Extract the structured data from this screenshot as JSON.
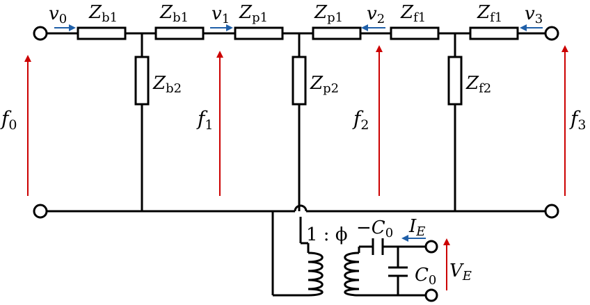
{
  "colors": {
    "wire": "#000000",
    "force_arrow": "#cc0000",
    "velocity_arrow": "#1f5fa8"
  },
  "impedances": {
    "zb1_left": {
      "main": "Z",
      "sub": "b1"
    },
    "zb1_right": {
      "main": "Z",
      "sub": "b1"
    },
    "zb2": {
      "main": "Z",
      "sub": "b2"
    },
    "zp1_left": {
      "main": "Z",
      "sub": "p1"
    },
    "zp1_right": {
      "main": "Z",
      "sub": "p1"
    },
    "zp2": {
      "main": "Z",
      "sub": "p2"
    },
    "zf1_left": {
      "main": "Z",
      "sub": "f1"
    },
    "zf1_right": {
      "main": "Z",
      "sub": "f1"
    },
    "zf2": {
      "main": "Z",
      "sub": "f2"
    }
  },
  "velocities": {
    "v0": {
      "main": "v",
      "sub": "0"
    },
    "v1": {
      "main": "v",
      "sub": "1"
    },
    "v2": {
      "main": "v",
      "sub": "2"
    },
    "v3": {
      "main": "v",
      "sub": "3"
    }
  },
  "forces": {
    "f0": {
      "main": "f",
      "sub": "0"
    },
    "f1": {
      "main": "f",
      "sub": "1"
    },
    "f2": {
      "main": "f",
      "sub": "2"
    },
    "f3": {
      "main": "f",
      "sub": "3"
    }
  },
  "transformer": {
    "ratio": "1 : ϕ"
  },
  "capacitors": {
    "series": {
      "prefix": "−",
      "main": "C",
      "sub": "0"
    },
    "shunt": {
      "main": "C",
      "sub": "0"
    }
  },
  "electrical": {
    "current": {
      "main": "I",
      "sub": "E"
    },
    "voltage": {
      "main": "V",
      "sub": "E"
    }
  }
}
